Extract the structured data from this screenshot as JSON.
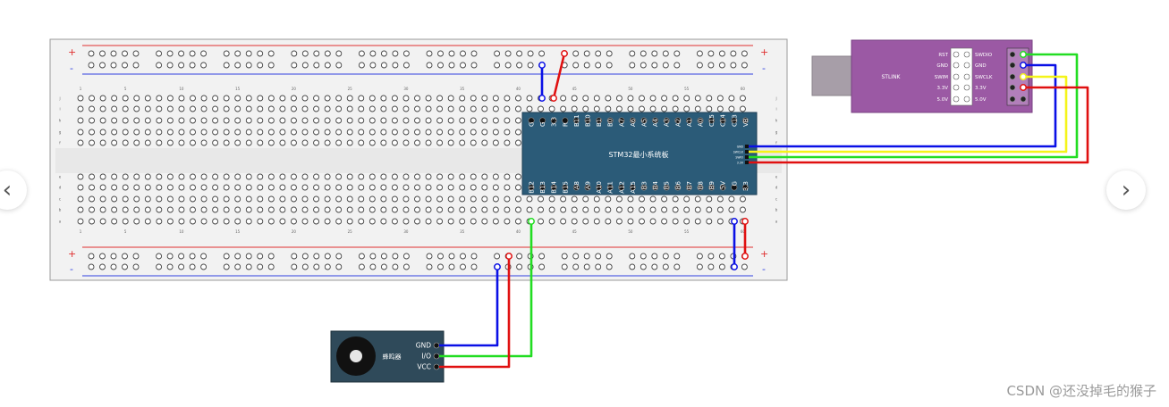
{
  "breadboard": {
    "plus_sign": "+",
    "minus_sign": "-",
    "row_letters_top": [
      "j",
      "i",
      "h",
      "g",
      "f"
    ],
    "row_letters_bottom": [
      "e",
      "d",
      "c",
      "b",
      "a"
    ],
    "column_numbers": [
      "1",
      "5",
      "10",
      "15",
      "20",
      "25",
      "30",
      "35",
      "40",
      "45",
      "50",
      "55",
      "60"
    ]
  },
  "stm32": {
    "title": "STM32最小系统板",
    "top_pins": [
      "G",
      "G",
      "3.3",
      "R",
      "B11",
      "B10",
      "B1",
      "B0",
      "A7",
      "A6",
      "A5",
      "A4",
      "A3",
      "A2",
      "A1",
      "A0",
      "C15",
      "C14",
      "C13",
      "VB"
    ],
    "bottom_pins": [
      "B12",
      "B13",
      "B14",
      "B15",
      "A8",
      "A9",
      "A10",
      "A11",
      "A12",
      "A15",
      "B3",
      "B4",
      "B5",
      "B6",
      "B7",
      "B8",
      "B9",
      "5V",
      "G",
      "3.3"
    ],
    "side_pins": [
      "GND",
      "SWCLK",
      "SWIO",
      "3.3V"
    ]
  },
  "stlink": {
    "label": "STLINK",
    "left_pins": [
      "RST",
      "GND",
      "SWIM",
      "3.3V",
      "5.0V"
    ],
    "right_pins": [
      "SWDIO",
      "GND",
      "SWCLK",
      "3.3V",
      "5.0V"
    ]
  },
  "buzzer": {
    "label": "蜂鸣器",
    "pins": [
      "GND",
      "I/O",
      "VCC"
    ]
  },
  "colors": {
    "gnd_wire": "#0a10e6",
    "vcc_wire": "#e01010",
    "signal_wire": "#22dd22",
    "swclk_wire": "#f4f41a",
    "stm32_board": "#2b5b78",
    "stlink_board": "#9b59a4",
    "buzzer_board": "#2f4a5a"
  },
  "nav": {
    "prev": "‹",
    "next": "›"
  },
  "watermark": "CSDN @还没掉毛的猴子"
}
